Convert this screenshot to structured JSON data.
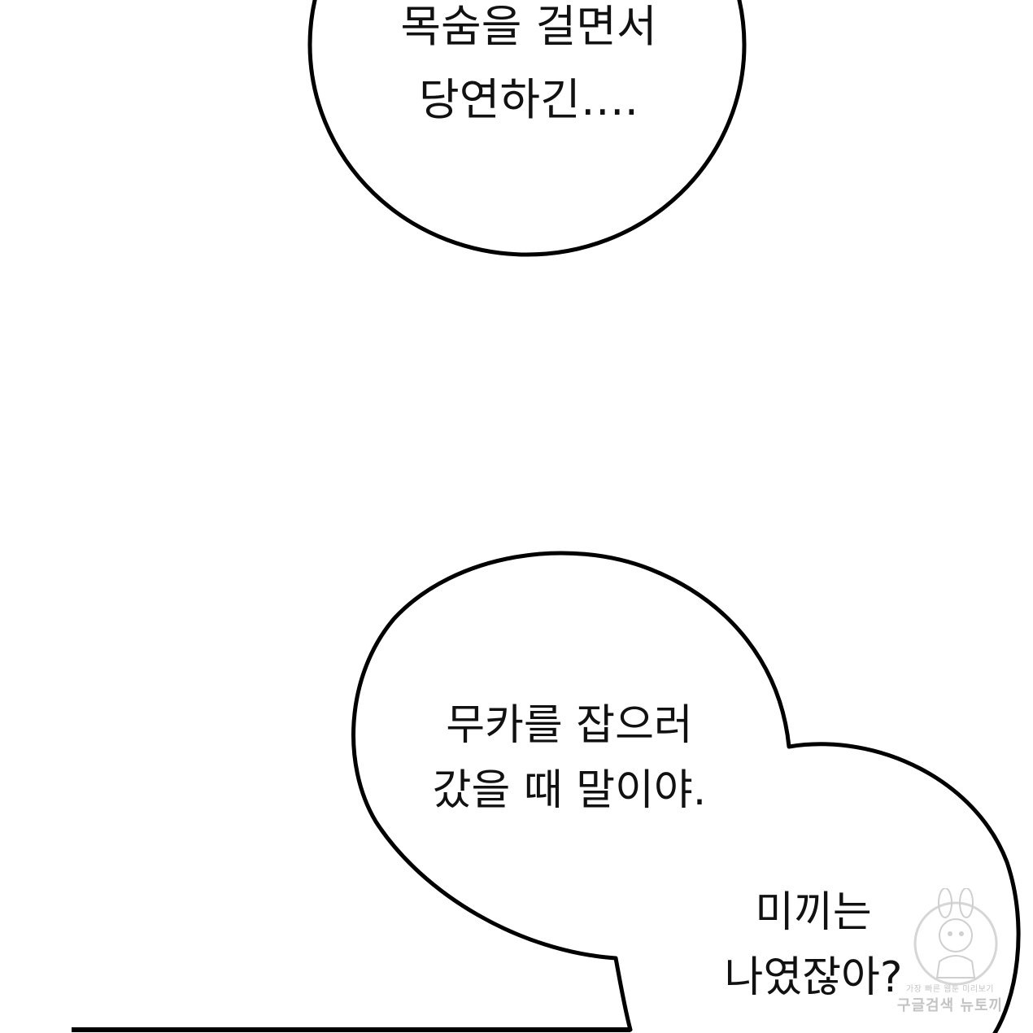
{
  "panel": {
    "background": "#ffffff",
    "ink": "#000000"
  },
  "bubbles": [
    {
      "lines": [
        "목숨을 걸면서",
        "당연하긴…."
      ]
    },
    {
      "lines": [
        "무카를 잡으러",
        "갔을 때 말이야."
      ]
    },
    {
      "lines": [
        "미끼는",
        "나였잖아?"
      ]
    }
  ],
  "watermark": {
    "tagline": "가장 빠른 웹툰 미리보기",
    "brand": "구글검색 뉴토끼",
    "logo_icon": "bunny-mascot-icon"
  }
}
